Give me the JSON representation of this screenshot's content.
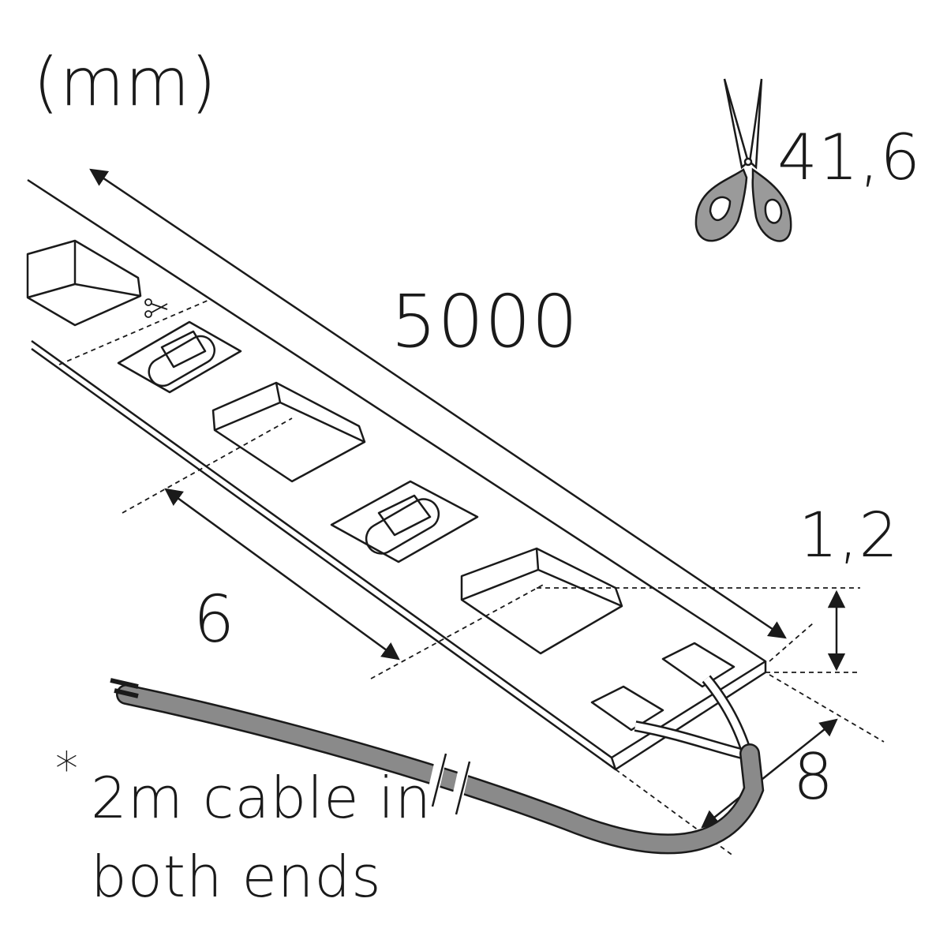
{
  "units_label": "(mm)",
  "cut_interval": "41,6",
  "length": "5000",
  "height": "1,2",
  "led_pitch": "6",
  "width": "8",
  "footnote_marker": "*",
  "cable_note": [
    "2m cable in",
    "both ends"
  ],
  "icons": [
    "scissors-icon",
    "small-scissors-cut-mark-icon"
  ],
  "colors": {
    "line": "#1a1a1a",
    "cable": "#8a8a8a",
    "scissors_grip": "#9a9a9a"
  }
}
